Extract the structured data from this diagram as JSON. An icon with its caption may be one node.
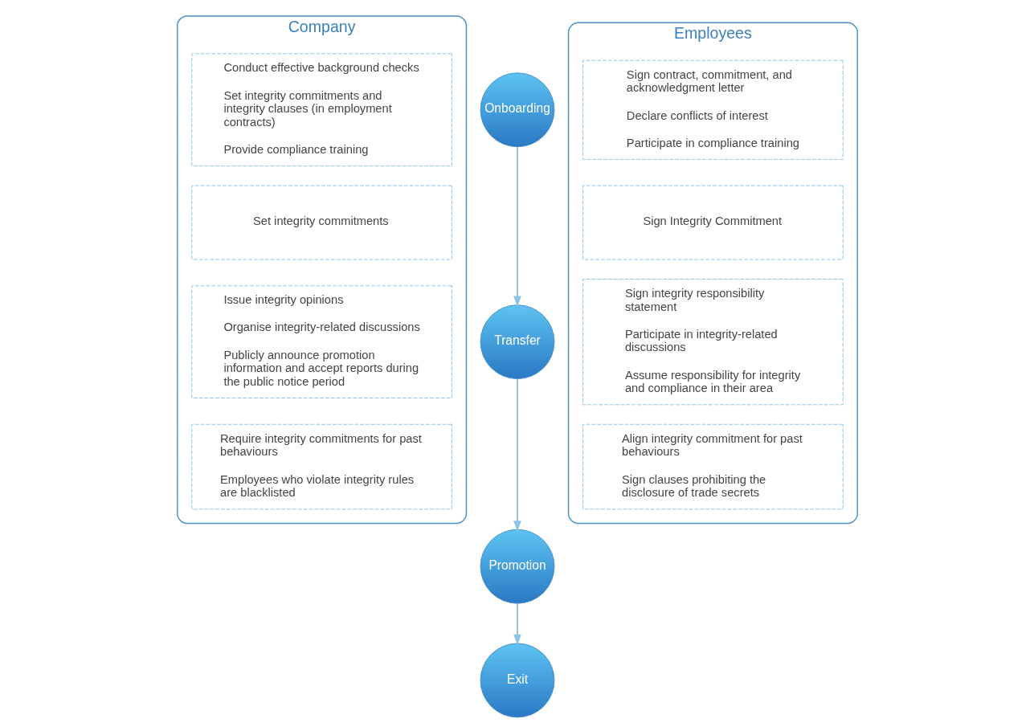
{
  "diagram": {
    "nodes": [
      {
        "text": [
          "Company"
        ]
      },
      {
        "text": [
          "Conduct effective background checks",
          "Set integrity commitments and integrity clauses (in employment contracts)",
          "Provide compliance training"
        ],
        "in": 0
      },
      {
        "text": [
          "Set integrity commitments"
        ],
        "in": 0
      },
      {
        "text": [
          "Issue integrity opinions",
          "Organise integrity-related discussions",
          "Publicly announce promotion information and accept reports during the public notice period"
        ],
        "in": 0
      },
      {
        "text": [
          "Require integrity commitments for past behaviours",
          "Employees who violate integrity rules are blacklisted"
        ],
        "in": 0
      },
      {
        "text": [
          "Onboarding"
        ]
      },
      {
        "text": [
          "Transfer"
        ]
      },
      {
        "text": [
          "Promotion"
        ]
      },
      {
        "text": [
          "Exit"
        ]
      },
      {
        "text": [
          "Employees"
        ]
      },
      {
        "text": [
          "Sign contract, commitment, and acknowledgment letter",
          "Declare conflicts of interest",
          "Participate in compliance training"
        ],
        "in": 9
      },
      {
        "text": [
          "Sign Integrity Commitment"
        ],
        "in": 9
      },
      {
        "text": [
          "Sign integrity responsibility statement",
          "Participate in integrity-related discussions",
          "Assume responsibility for integrity and compliance in their area"
        ],
        "in": 9
      },
      {
        "text": [
          "Align integrity commitment for past behaviours",
          "Sign clauses prohibiting the disclosure of trade secrets"
        ],
        "in": 9
      }
    ],
    "edges": [
      {
        "from": 5,
        "to": 6,
        "arrow": "to"
      },
      {
        "from": 6,
        "to": 7,
        "arrow": "to"
      },
      {
        "from": 7,
        "to": 8,
        "arrow": "to"
      }
    ]
  }
}
